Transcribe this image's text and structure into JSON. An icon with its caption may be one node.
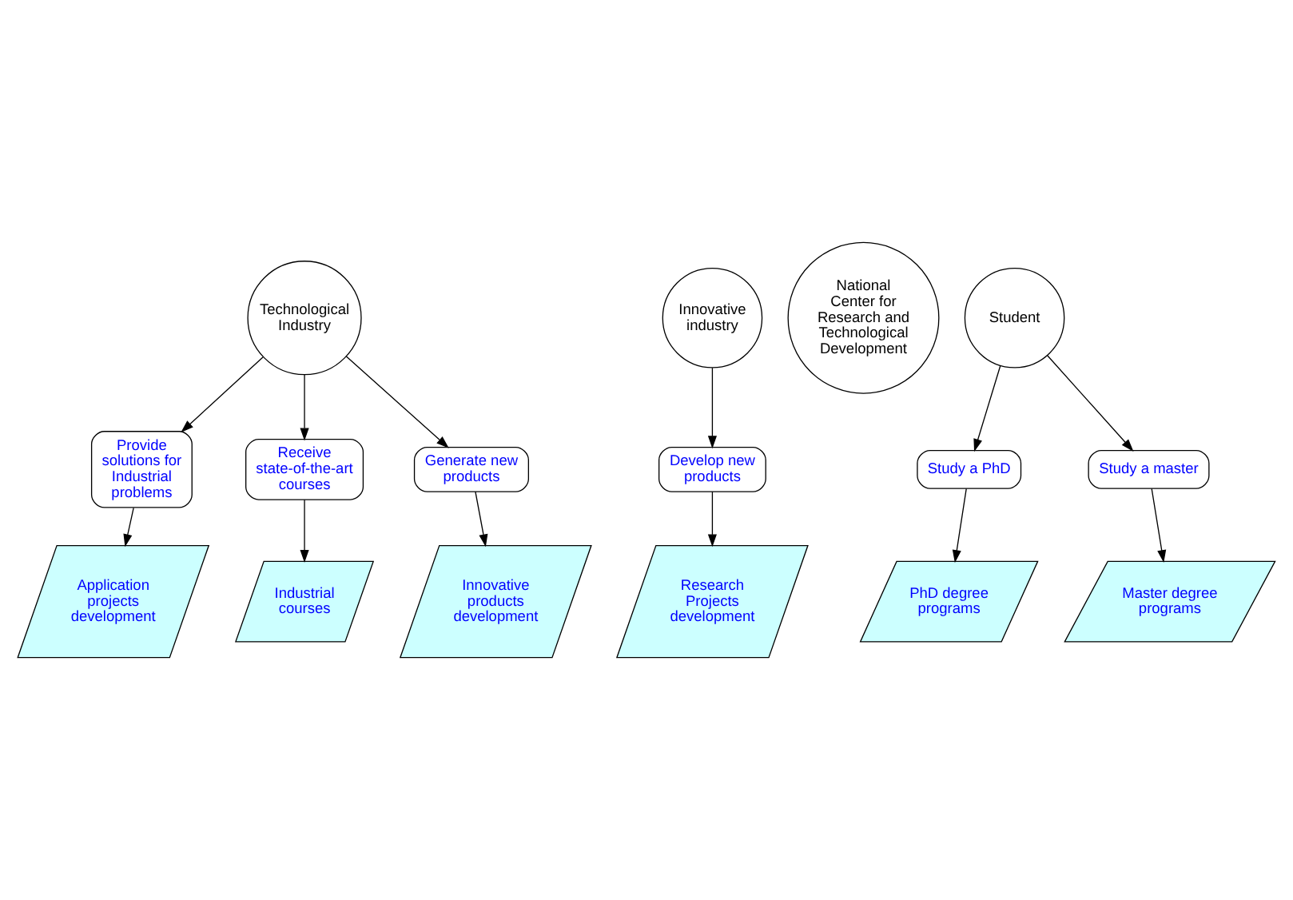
{
  "diagram": {
    "nodes": [
      {
        "text": [
          "Technological Industry"
        ]
      },
      {
        "text": [
          "Provide solutions for Industrial problems"
        ]
      },
      {
        "text": [
          "Receive state-of-the-art courses"
        ]
      },
      {
        "text": [
          "Generate new products"
        ]
      },
      {
        "text": [
          "Application projects development"
        ]
      },
      {
        "text": [
          "Innovative products development"
        ]
      },
      {
        "text": [
          "Innovative industry"
        ]
      },
      {
        "text": [
          "National Center for Research and Technological Development"
        ]
      },
      {
        "text": [
          "Industrial courses"
        ]
      },
      {
        "text": [
          "Study a PhD"
        ]
      },
      {
        "text": [
          "PhD degree programs"
        ]
      },
      {
        "text": [
          "Student"
        ]
      },
      {
        "text": [
          "Develop new products"
        ]
      },
      {
        "text": [
          "Research Projects development"
        ]
      },
      {
        "text": [
          "Master degree programs"
        ]
      },
      {
        "text": [
          "Study a master"
        ]
      }
    ],
    "edges": [
      {
        "from": 0,
        "to": 2,
        "arrow": "to"
      },
      {
        "from": 2,
        "to": 8,
        "arrow": "to"
      },
      {
        "from": 0,
        "to": 1,
        "arrow": "to"
      },
      {
        "from": 1,
        "to": 4,
        "arrow": "to"
      },
      {
        "from": 0,
        "to": 3,
        "arrow": "to"
      },
      {
        "from": 3,
        "to": 5,
        "arrow": "to"
      },
      {
        "from": 6,
        "to": 12,
        "arrow": "to"
      },
      {
        "from": 12,
        "to": 13,
        "arrow": "to"
      },
      {
        "from": 11,
        "to": 9,
        "arrow": "to"
      },
      {
        "from": 9,
        "to": 10,
        "arrow": "to"
      },
      {
        "from": 11,
        "to": 15,
        "arrow": "to"
      },
      {
        "from": 15,
        "to": 14,
        "arrow": "to"
      }
    ]
  }
}
